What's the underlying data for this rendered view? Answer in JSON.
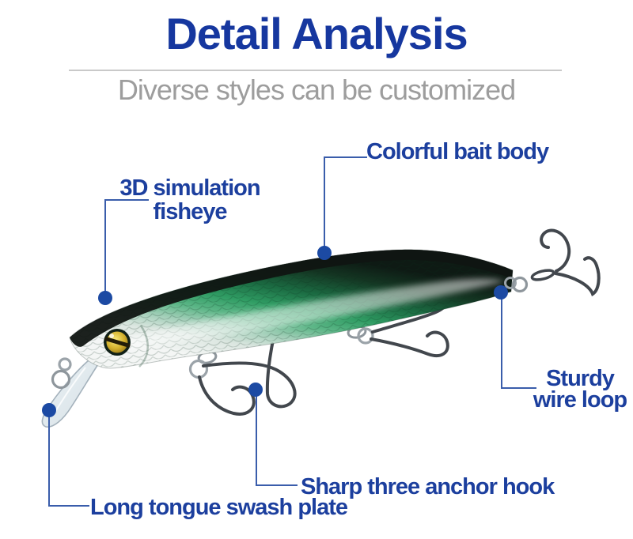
{
  "header": {
    "title": "Detail Analysis",
    "subtitle": "Diverse styles can be customized"
  },
  "image_alt": "Green minnow fishing lure with gold 3D eye, clear diving lip and three silver treble hooks, angled head-down to the left",
  "callouts": {
    "bait_body": {
      "label": "Colorful bait body"
    },
    "fisheye": {
      "line1": "3D simulation",
      "line2": "fisheye"
    },
    "wire_loop": {
      "line1": "Sturdy",
      "line2": "wire loop"
    },
    "anchor_hook": {
      "label": "Sharp three anchor hook"
    },
    "swash_plate": {
      "label": "Long tongue swash plate"
    }
  },
  "colors": {
    "title_blue": "#16379f",
    "label_blue": "#1c3f9e",
    "callout_line_blue": "#3a5dab",
    "callout_dot_blue": "#1c4aa3",
    "subtitle_gray": "#9d9d9d",
    "divider_gray": "#c9c9c9",
    "lure_green": "#2f9c63",
    "lure_back_black": "#0e1a14",
    "eye_gold": "#d4b22e"
  }
}
